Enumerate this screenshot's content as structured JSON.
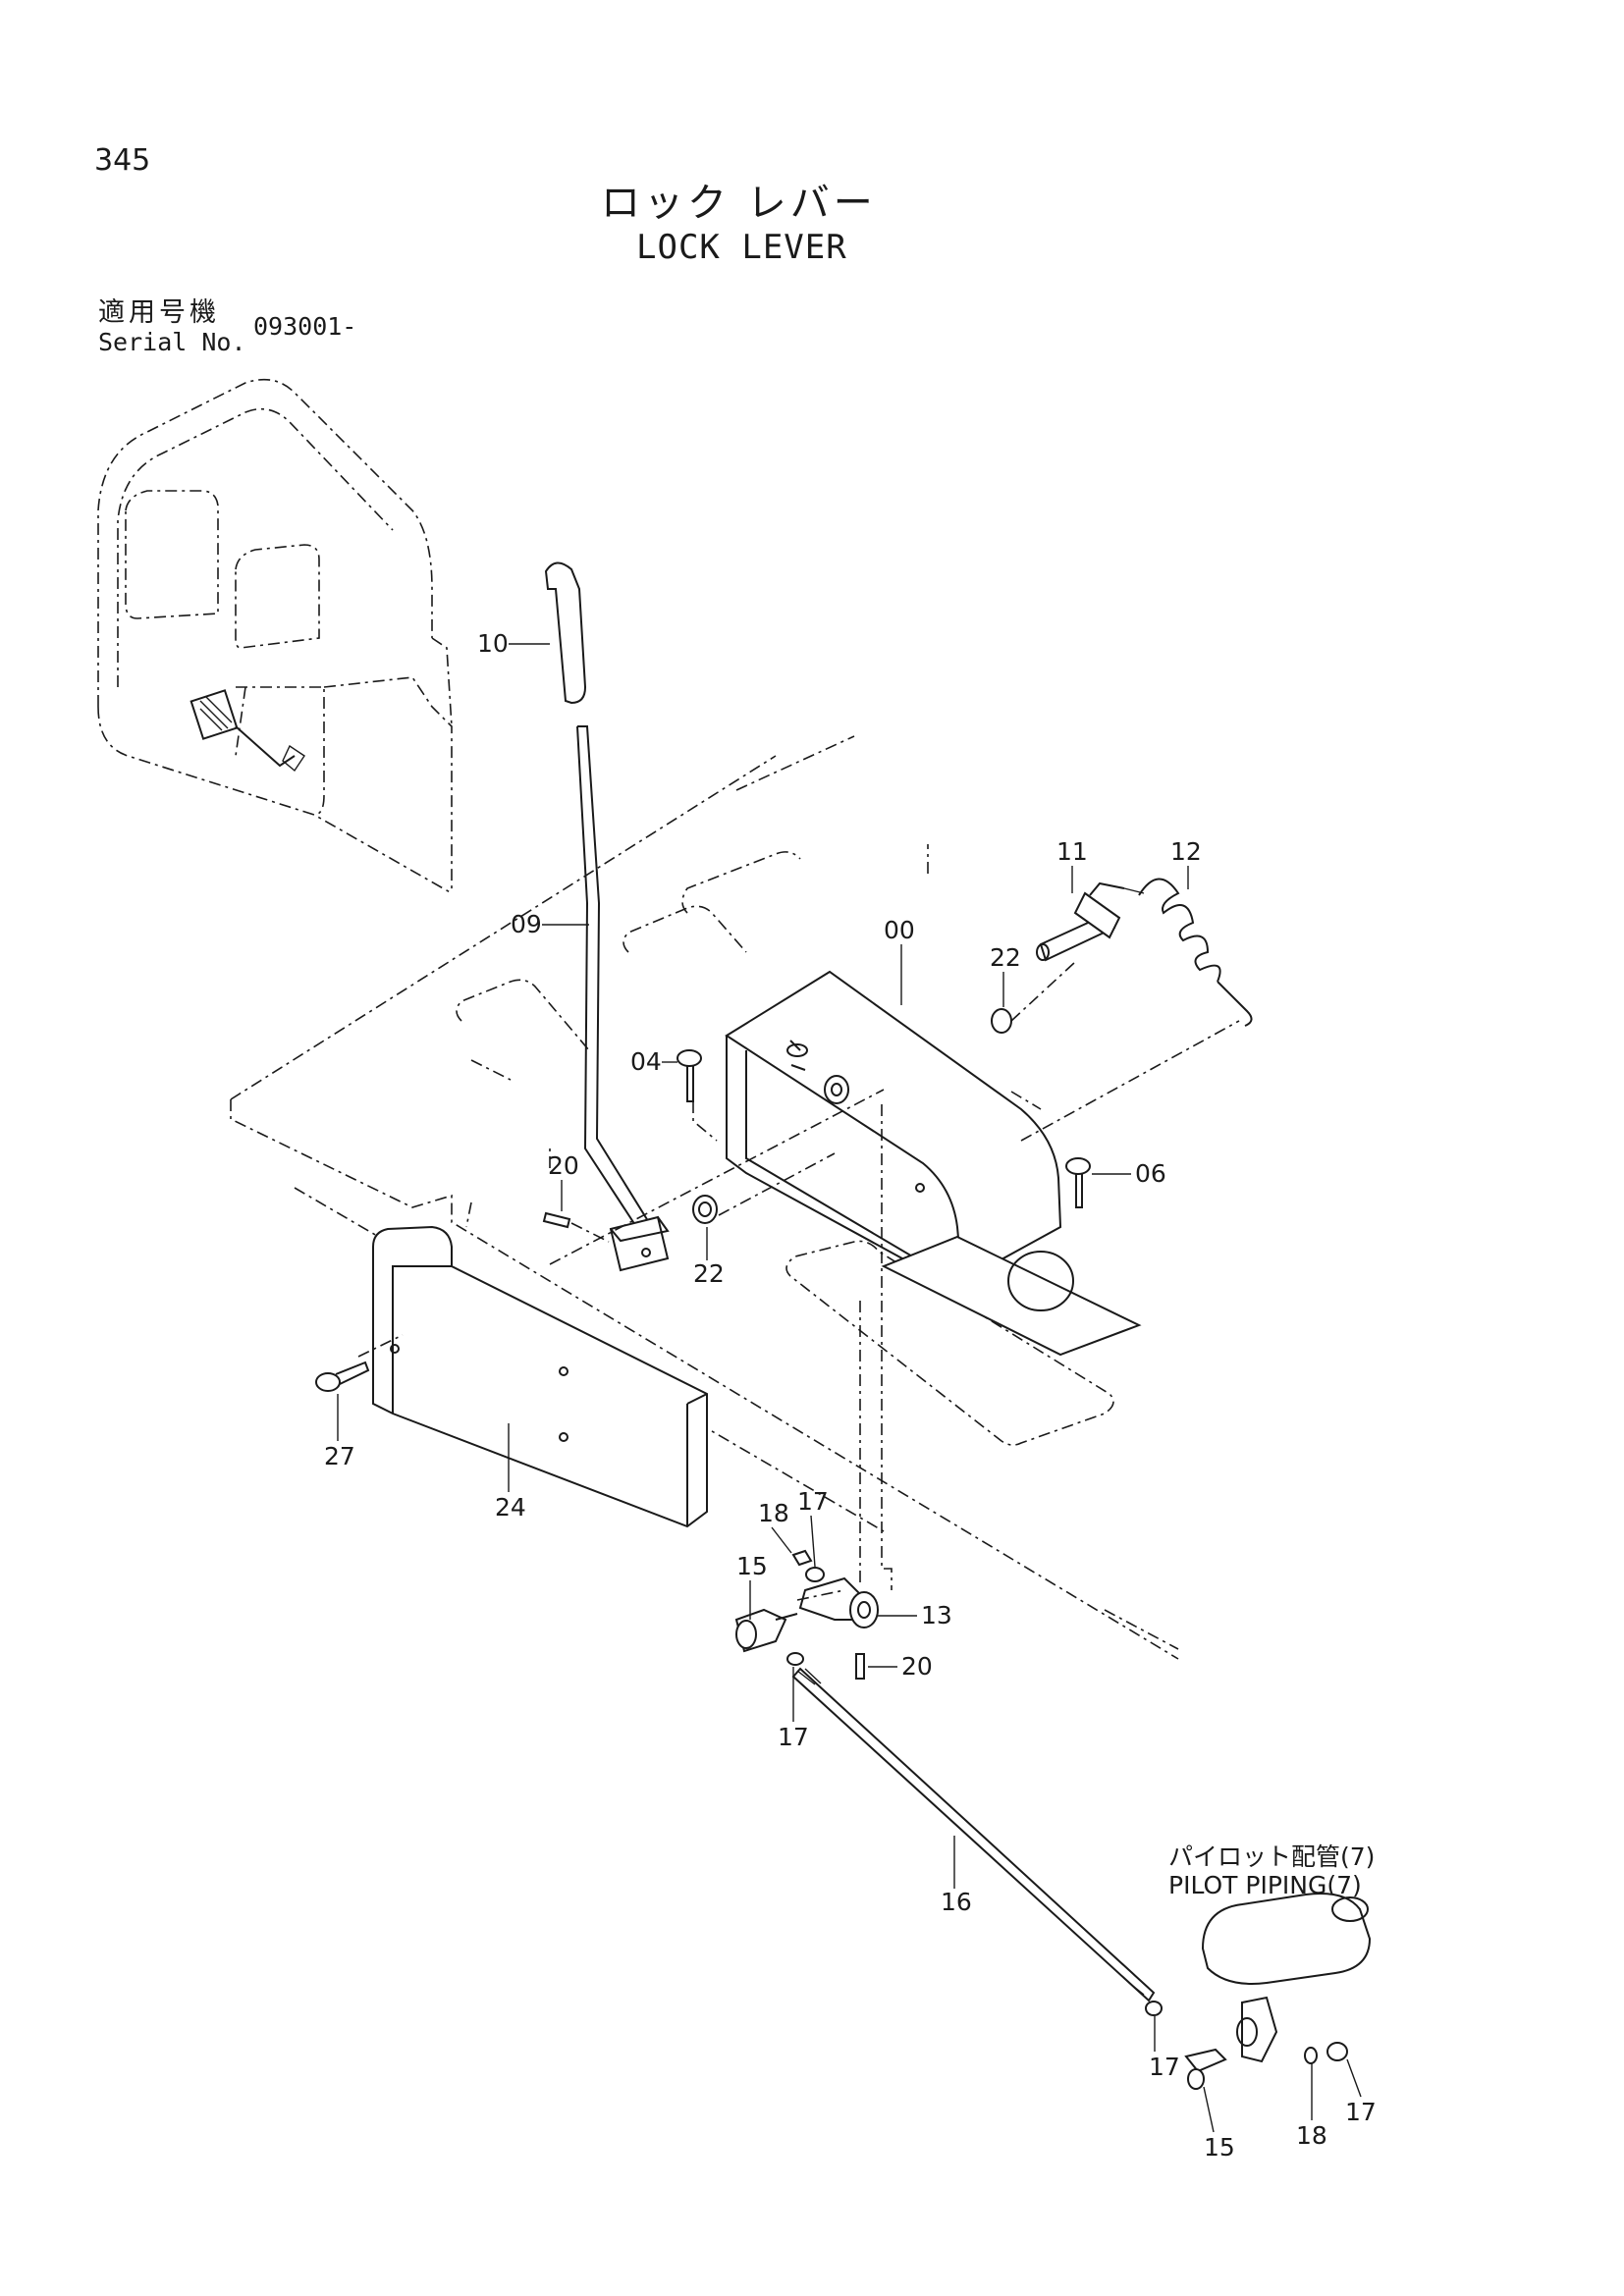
{
  "page": {
    "number": "345"
  },
  "title": {
    "japanese": "ロック レバー",
    "english": "LOCK LEVER"
  },
  "serial": {
    "label_jp": "適用号機",
    "label_en": "Serial No.",
    "value": "093001-"
  },
  "reference": {
    "label_jp": "パイロット配管(7)",
    "label_en": "PILOT PIPING(7)"
  },
  "parts": [
    {
      "key": "p10",
      "label": "10"
    },
    {
      "key": "p09",
      "label": "09"
    },
    {
      "key": "p11",
      "label": "11"
    },
    {
      "key": "p12",
      "label": "12"
    },
    {
      "key": "p00",
      "label": "00"
    },
    {
      "key": "p22a",
      "label": "22"
    },
    {
      "key": "p04",
      "label": "04"
    },
    {
      "key": "p06",
      "label": "06"
    },
    {
      "key": "p20a",
      "label": "20"
    },
    {
      "key": "p22b",
      "label": "22"
    },
    {
      "key": "p27",
      "label": "27"
    },
    {
      "key": "p24",
      "label": "24"
    },
    {
      "key": "p18a",
      "label": "18"
    },
    {
      "key": "p17a",
      "label": "17"
    },
    {
      "key": "p15a",
      "label": "15"
    },
    {
      "key": "p13",
      "label": "13"
    },
    {
      "key": "p20b",
      "label": "20"
    },
    {
      "key": "p17b",
      "label": "17"
    },
    {
      "key": "p16",
      "label": "16"
    },
    {
      "key": "p17c",
      "label": "17"
    },
    {
      "key": "p15b",
      "label": "15"
    },
    {
      "key": "p18b",
      "label": "18"
    },
    {
      "key": "p17d",
      "label": "17"
    }
  ]
}
